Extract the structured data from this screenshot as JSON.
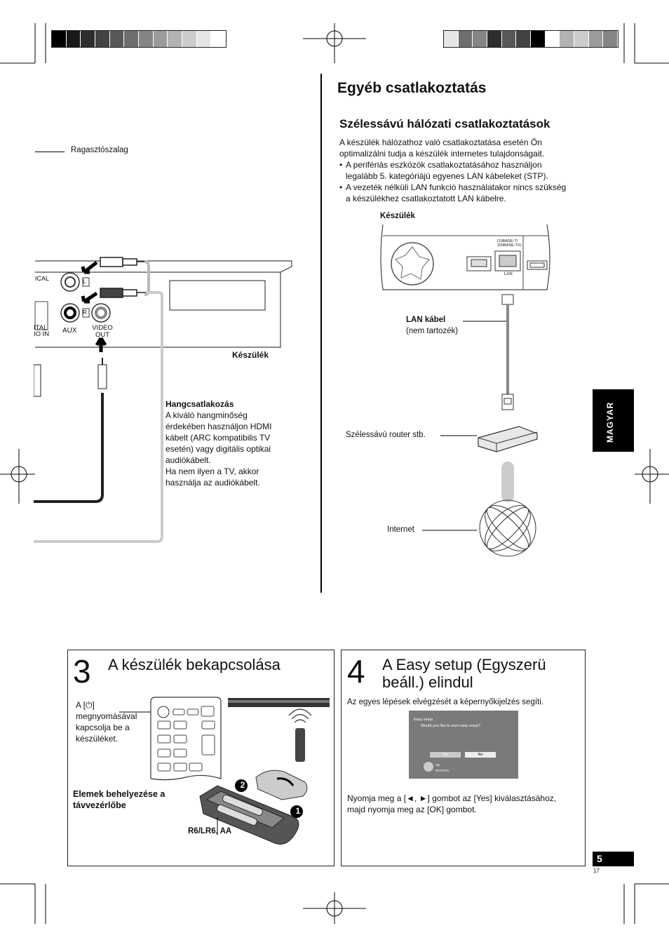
{
  "colorbar_left": [
    "#000000",
    "#1a1a1a",
    "#2e2e2e",
    "#434343",
    "#585858",
    "#6e6e6e",
    "#858585",
    "#9b9b9b",
    "#b3b3b3",
    "#cccccc",
    "#e6e6e6",
    "#ffffff"
  ],
  "colorbar_right": [
    "#e6e6e6",
    "#6e6e6e",
    "#858585",
    "#2e2e2e",
    "#585858",
    "#434343",
    "#000000",
    "#ffffff",
    "#b3b3b3",
    "#cccccc",
    "#9b9b9b",
    "#858585"
  ],
  "left_top": {
    "tape_label": "Ragasztószalag",
    "panel_labels": {
      "optical": "ICAL",
      "digital": "ITAL",
      "audio_in": "IO IN",
      "aux": "AUX",
      "video_out": "VIDEO OUT",
      "l": "L",
      "r": "R"
    },
    "device_label": "Készülék",
    "audio_heading": "Hangcsatlakozás",
    "audio_text": [
      "A kiváló hangminőség",
      "érdekében használjon HDMI",
      "kábelt (ARC kompatibilis TV",
      "esetén) vagy digitális optikai",
      "audiókábelt.",
      "Ha nem ilyen a TV, akkor",
      "használja az audiókábelt."
    ]
  },
  "right_top": {
    "title": "Egyéb csatlakoztatás",
    "subtitle": "Szélessávú hálózati csatlakoztatások",
    "intro": [
      "A készülék hálózathoz való csatlakoztatása esetén Ön",
      "optimalizálni tudja a készülék internetes tulajdonságait."
    ],
    "bullets": [
      [
        "A perifériás eszközök csatlakoztatásához használjon",
        "legalább 5. kategóriájú egyenes LAN kábeleket (STP)."
      ],
      [
        "A vezeték nélküli LAN funkció használatakor nincs szükség",
        "a készülékhez csatlakoztatott LAN kábelre."
      ]
    ],
    "device_label": "Készülék",
    "lan_port_label_1": "(10BASE-T/",
    "lan_port_label_2": "100BASE-TX)",
    "lan_label": "LAN",
    "lan_cable_label": "LAN kábel",
    "lan_cable_note": "(nem tartozék)",
    "router_label": "Szélessávú router stb.",
    "internet_label": "Internet"
  },
  "side_tab": "MAGYAR",
  "step3": {
    "number": "3",
    "title": "A készülék bekapcsolása",
    "power_text": [
      "A [⏻]",
      "megnyomásával",
      "kapcsolja be a",
      "készüléket."
    ],
    "battery_heading": [
      "Elemek behelyezése a",
      "távvezérlőbe"
    ],
    "battery_type": "R6/LR6, AA",
    "step_a": "2",
    "step_b": "1"
  },
  "step4": {
    "number": "4",
    "title_1": "A Easy setup (Egyszerü",
    "title_2": "beáll.) elindul",
    "intro": "Az egyes lépések elvégzését a képernyőkijelzés segíti.",
    "screen": {
      "title": "Easy setup",
      "question": "Would you like to start easy setup?",
      "yes": "Yes",
      "no": "No",
      "ok": "OK",
      "return": "RETURN"
    },
    "instruction": [
      "Nyomja meg a [◄, ►] gombot az [Yes] kiválasztásához,",
      "majd nyomja meg az [OK] gombot."
    ]
  },
  "page_number": "5",
  "sheet_number": "17"
}
